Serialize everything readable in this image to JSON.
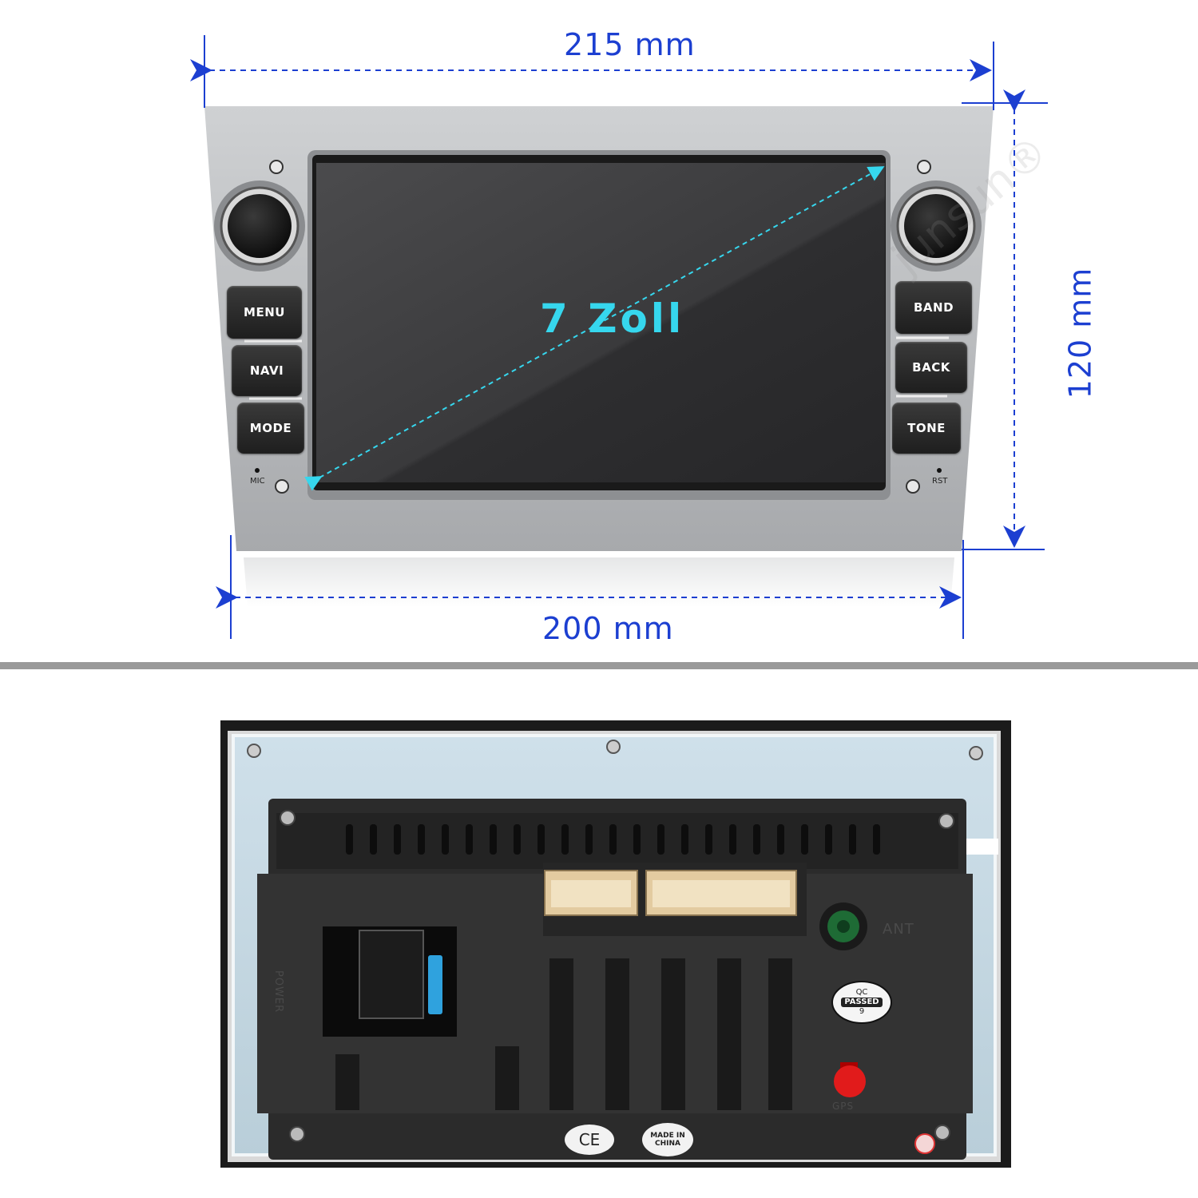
{
  "dimensions": {
    "top_width": "215 mm",
    "bottom_width": "200 mm",
    "height": "120 mm"
  },
  "screen": {
    "size_label": "7 Zoll"
  },
  "front_panel": {
    "left_buttons": [
      "MENU",
      "NAVI",
      "MODE"
    ],
    "right_buttons": [
      "BAND",
      "BACK",
      "TONE"
    ],
    "mic_label": "MIC",
    "reset_label": "RST",
    "watermark": "junsun®"
  },
  "rear_panel": {
    "antenna_label": "ANT",
    "power_label": "POWER",
    "gps_label": "GPS",
    "qc_badge": {
      "line1": "QC",
      "line2": "PASSED",
      "line3": "9"
    },
    "ce_mark": "CE",
    "origin_mark": "MADE IN CHINA"
  },
  "colors": {
    "dimension_blue": "#1c3fd1",
    "screen_label_cyan": "#36d7ee",
    "bezel_silver": "#b9bbbe",
    "divider_gray": "#9a9a9a"
  }
}
